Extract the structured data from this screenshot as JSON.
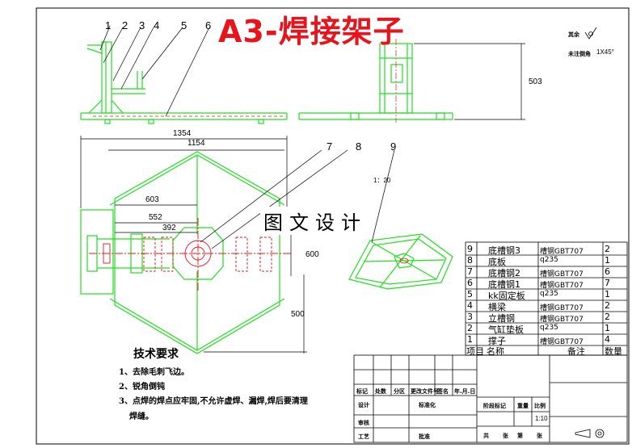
{
  "title": "A3-焊接架子",
  "watermark": "图文设计",
  "leaders": [
    "1",
    "2",
    "3",
    "4",
    "5",
    "6",
    "7",
    "8",
    "9"
  ],
  "dims": {
    "height_side": "503",
    "overall": "1354",
    "inner": "1154",
    "d603": "603",
    "d552": "552",
    "d392": "392",
    "d600": "600",
    "d500": "500"
  },
  "scale_detail": "1：20",
  "roughness": {
    "label": "其余",
    "chamfer_label": "未注倒角",
    "chamfer_value": "1X45°"
  },
  "tech": {
    "heading": "技术要求",
    "items": [
      "1、去除毛刺飞边。",
      "2、锐角倒钝",
      "3、点焊的焊点应牢固,不允许虚焊、漏焊,焊后要清理",
      "焊缝。"
    ]
  },
  "bom": {
    "rows": [
      {
        "no": "9",
        "name": "底槽钢3",
        "mat": "槽钢GBT707",
        "qty": "2"
      },
      {
        "no": "8",
        "name": "底板",
        "mat": "q235",
        "qty": "1"
      },
      {
        "no": "7",
        "name": "底槽钢2",
        "mat": "槽钢GBT707",
        "qty": "6"
      },
      {
        "no": "6",
        "name": "底槽钢1",
        "mat": "槽钢GBT707",
        "qty": "7"
      },
      {
        "no": "5",
        "name": "kk固定板",
        "mat": "q235",
        "qty": "1"
      },
      {
        "no": "4",
        "name": "横梁",
        "mat": "槽钢GBT707",
        "qty": "2"
      },
      {
        "no": "3",
        "name": "立槽钢",
        "mat": "槽钢GBT707",
        "qty": "2"
      },
      {
        "no": "2",
        "name": "气缸垫板",
        "mat": "q235",
        "qty": "1"
      },
      {
        "no": "1",
        "name": "撑子",
        "mat": "槽钢GBT707",
        "qty": "4"
      }
    ],
    "header": {
      "no": "项目",
      "name": "名称",
      "mat": "备注",
      "qty": "数量"
    }
  },
  "titleblock": {
    "mark": "标记",
    "count": "处数",
    "zone": "分区",
    "doc": "更改文件号",
    "sign": "签名",
    "date": "年.月.日",
    "design": "设计",
    "std": "标准化",
    "review": "审核",
    "craft": "工艺",
    "approve": "批准",
    "stage": "阶段标记",
    "weight": "重量",
    "ratio": "比例",
    "scale": "1:10",
    "total": "共",
    "sheets": "张",
    "page": "第",
    "sheet": "张"
  }
}
